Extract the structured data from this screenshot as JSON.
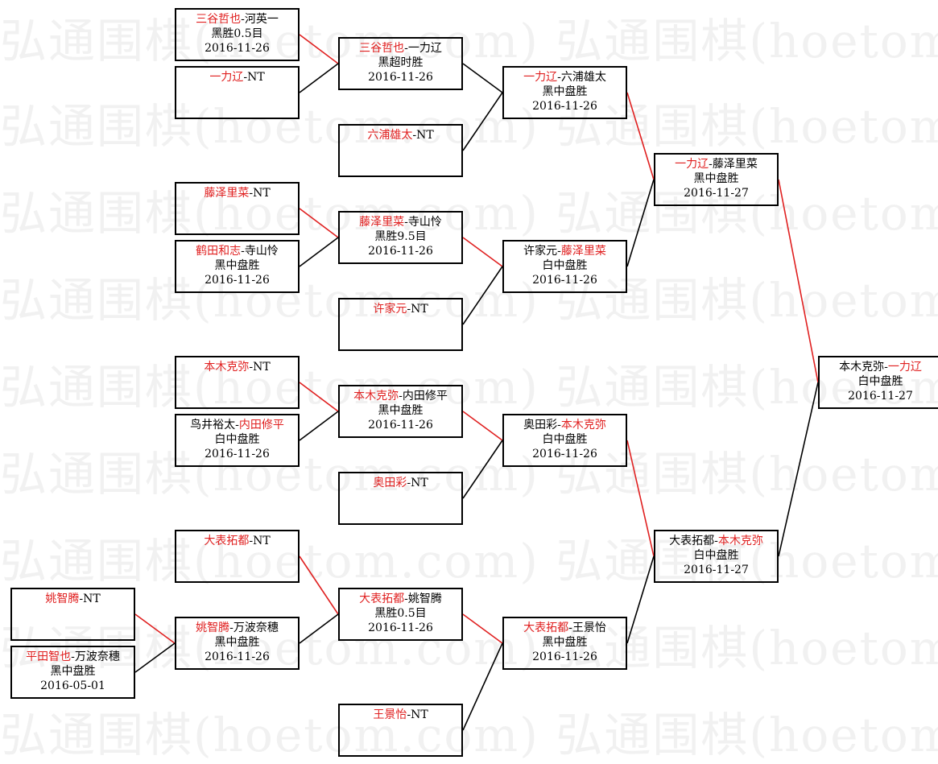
{
  "watermark": {
    "text": "弘通围棋(hoetom.com) 弘通围棋(hoetom.com) 弘通围棋(hoetom.com)"
  },
  "colors": {
    "win": "#e02020",
    "lose": "#000000",
    "watermark": "#f1f1f1"
  },
  "matches": [
    {
      "id": "r1m1",
      "p1": "三谷哲也",
      "p2": "河英一",
      "winner": 1,
      "result": "黑胜0.5目",
      "date": "2016-11-26"
    },
    {
      "id": "r1m2",
      "p1": "一力辽",
      "p2": "NT",
      "winner": 1,
      "result": "",
      "date": ""
    },
    {
      "id": "r1m3",
      "p1": "藤泽里菜",
      "p2": "NT",
      "winner": 1,
      "result": "",
      "date": ""
    },
    {
      "id": "r1m4",
      "p1": "鹤田和志",
      "p2": "寺山怜",
      "winner": 1,
      "result": "黑中盘胜",
      "date": "2016-11-26"
    },
    {
      "id": "r1m5",
      "p1": "本木克弥",
      "p2": "NT",
      "winner": 1,
      "result": "",
      "date": ""
    },
    {
      "id": "r1m6",
      "p1": "鸟井裕太",
      "p2": "内田修平",
      "winner": 2,
      "result": "白中盘胜",
      "date": "2016-11-26"
    },
    {
      "id": "r1m7",
      "p1": "大表拓都",
      "p2": "NT",
      "winner": 1,
      "result": "",
      "date": ""
    },
    {
      "id": "r1m8",
      "p1": "姚智腾",
      "p2": "万波奈穗",
      "winner": 1,
      "result": "黑中盘胜",
      "date": "2016-11-26"
    },
    {
      "id": "q1",
      "p1": "姚智腾",
      "p2": "NT",
      "winner": 1,
      "result": "",
      "date": ""
    },
    {
      "id": "q2",
      "p1": "平田智也",
      "p2": "万波奈穗",
      "winner": 1,
      "result": "黑中盘胜",
      "date": "2016-05-01"
    },
    {
      "id": "r2m1",
      "p1": "三谷哲也",
      "p2": "一力辽",
      "winner": 1,
      "result": "黑超时胜",
      "date": "2016-11-26"
    },
    {
      "id": "r2m2",
      "p1": "六浦雄太",
      "p2": "NT",
      "winner": 1,
      "result": "",
      "date": ""
    },
    {
      "id": "r2m3",
      "p1": "藤泽里菜",
      "p2": "寺山怜",
      "winner": 1,
      "result": "黑胜9.5目",
      "date": "2016-11-26"
    },
    {
      "id": "r2m4",
      "p1": "许家元",
      "p2": "NT",
      "winner": 1,
      "result": "",
      "date": ""
    },
    {
      "id": "r2m5",
      "p1": "本木克弥",
      "p2": "内田修平",
      "winner": 1,
      "result": "黑中盘胜",
      "date": "2016-11-26"
    },
    {
      "id": "r2m6",
      "p1": "奥田彩",
      "p2": "NT",
      "winner": 1,
      "result": "",
      "date": ""
    },
    {
      "id": "r2m7",
      "p1": "大表拓都",
      "p2": "姚智腾",
      "winner": 1,
      "result": "黑胜0.5目",
      "date": "2016-11-26"
    },
    {
      "id": "r2m8",
      "p1": "王景怡",
      "p2": "NT",
      "winner": 1,
      "result": "",
      "date": ""
    },
    {
      "id": "r3m1",
      "p1": "一力辽",
      "p2": "六浦雄太",
      "winner": 1,
      "result": "黑中盘胜",
      "date": "2016-11-26"
    },
    {
      "id": "r3m2",
      "p1": "许家元",
      "p2": "藤泽里菜",
      "winner": 2,
      "result": "白中盘胜",
      "date": "2016-11-26"
    },
    {
      "id": "r3m3",
      "p1": "奥田彩",
      "p2": "本木克弥",
      "winner": 2,
      "result": "白中盘胜",
      "date": "2016-11-26"
    },
    {
      "id": "r3m4",
      "p1": "大表拓都",
      "p2": "王景怡",
      "winner": 1,
      "result": "黑中盘胜",
      "date": "2016-11-26"
    },
    {
      "id": "r4m1",
      "p1": "一力辽",
      "p2": "藤泽里菜",
      "winner": 1,
      "result": "黑中盘胜",
      "date": "2016-11-27"
    },
    {
      "id": "r4m2",
      "p1": "大表拓都",
      "p2": "本木克弥",
      "winner": 2,
      "result": "白中盘胜",
      "date": "2016-11-27"
    },
    {
      "id": "final",
      "p1": "本木克弥",
      "p2": "一力辽",
      "winner": 2,
      "result": "白中盘胜",
      "date": "2016-11-27"
    }
  ]
}
